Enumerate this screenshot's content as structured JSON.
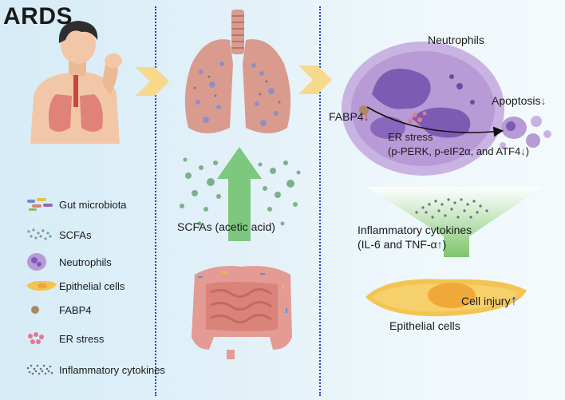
{
  "title": "ARDS",
  "labels": {
    "neutrophils": "Neutrophils",
    "apoptosis": "Apoptosis",
    "fabp4": "FABP4",
    "er_stress": "ER stress",
    "er_stress_detail": "(p-PERK, p-eIF2α, and ATF4",
    "scfas_acetic": "SCFAs (acetic acid)",
    "cytokines_line1": "Inflammatory cytokines",
    "cytokines_line2": "(IL-6 and TNF-α",
    "cell_injury": "Cell injury",
    "epithelial_cells": "Epithelial cells"
  },
  "arrows": {
    "down": "↓",
    "up": "↑"
  },
  "legend": [
    {
      "icon": "gut-microbiota-icon",
      "label": "Gut microbiota"
    },
    {
      "icon": "scfas-icon",
      "label": "SCFAs"
    },
    {
      "icon": "neutrophil-icon",
      "label": "Neutrophils"
    },
    {
      "icon": "epithelial-cell-icon",
      "label": "Epithelial cells"
    },
    {
      "icon": "fabp4-icon",
      "label": "FABP4"
    },
    {
      "icon": "er-stress-icon",
      "label": "ER stress"
    },
    {
      "icon": "inflammatory-cytokines-icon",
      "label": "Inflammatory cytokines"
    }
  ],
  "colors": {
    "divider": "#2a3bd6",
    "down_arrow": "#d81e1e",
    "up_arrow": "#1836c8",
    "chevron": "#f7d98a",
    "green_arrow": "#6cc06a",
    "neutrophil": "#b89ad6",
    "epithelial": "#f3b73c"
  }
}
